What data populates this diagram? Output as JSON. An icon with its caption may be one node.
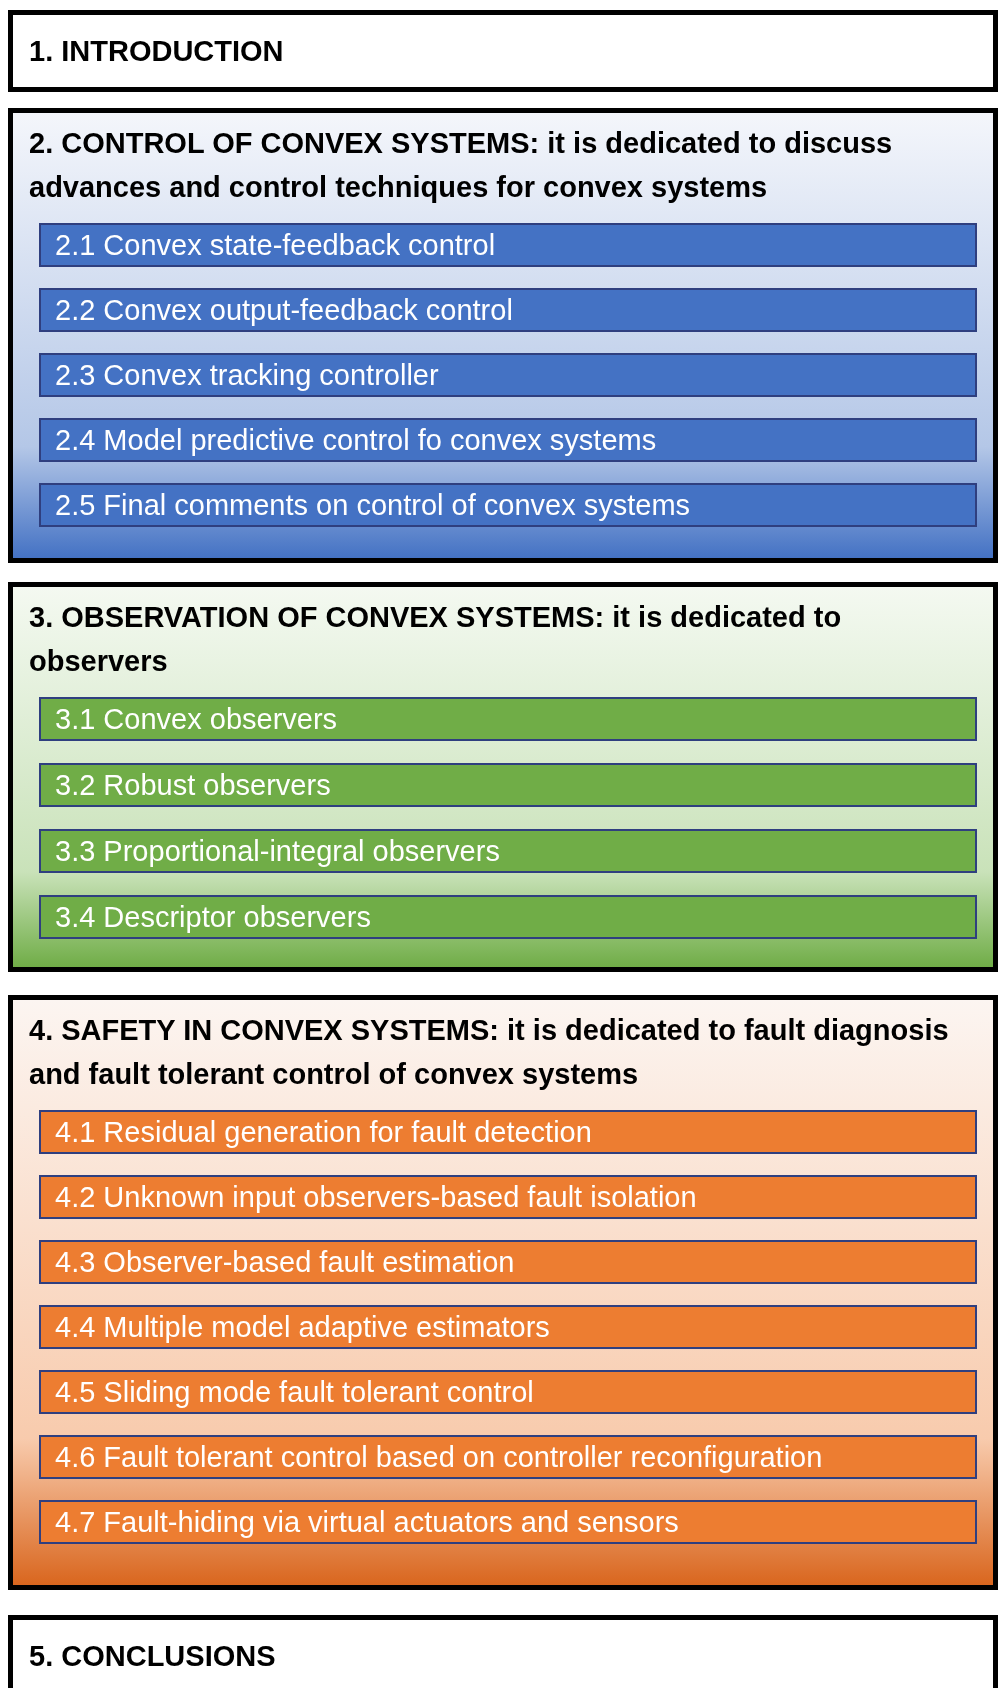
{
  "diagram": {
    "nodes": [
      {
        "text": [
          "1. INTRODUCTION"
        ]
      },
      {
        "text": [
          "2. CONTROL OF CONVEX SYSTEMS: it is dedicated to discuss advances and control techniques for convex systems"
        ]
      },
      {
        "text": [
          "2.1 Convex state-feedback control"
        ],
        "in": 1
      },
      {
        "text": [
          "2.2 Convex output-feedback control"
        ],
        "in": 1
      },
      {
        "text": [
          "2.3 Convex tracking controller"
        ],
        "in": 1
      },
      {
        "text": [
          "2.4 Model predictive control fo convex systems"
        ],
        "in": 1
      },
      {
        "text": [
          "2.5 Final comments on control of convex systems"
        ],
        "in": 1
      },
      {
        "text": [
          "3. OBSERVATION OF CONVEX SYSTEMS: it is dedicated to observers"
        ]
      },
      {
        "text": [
          "3.1 Convex observers"
        ],
        "in": 7
      },
      {
        "text": [
          "3.2 Robust observers"
        ],
        "in": 7
      },
      {
        "text": [
          "3.3 Proportional-integral observers"
        ],
        "in": 7
      },
      {
        "text": [
          "3.4 Descriptor observers"
        ],
        "in": 7
      },
      {
        "text": [
          "4. SAFETY IN CONVEX SYSTEMS: it is dedicated to fault diagnosis and fault tolerant control of convex systems"
        ]
      },
      {
        "text": [
          "4.1 Residual generation for fault detection"
        ],
        "in": 12
      },
      {
        "text": [
          "4.2 Unknown input observers-based fault isolation"
        ],
        "in": 12
      },
      {
        "text": [
          "4.3 Observer-based fault estimation"
        ],
        "in": 12
      },
      {
        "text": [
          "4.4 Multiple model adaptive estimators"
        ],
        "in": 12
      },
      {
        "text": [
          "4.5 Sliding mode fault tolerant control"
        ],
        "in": 12
      },
      {
        "text": [
          "4.6 Fault tolerant control based on controller reconfiguration"
        ],
        "in": 12
      },
      {
        "text": [
          "4.7 Fault-hiding via virtual actuators and sensors"
        ],
        "in": 12
      },
      {
        "text": [
          "5. CONCLUSIONS"
        ]
      }
    ]
  }
}
